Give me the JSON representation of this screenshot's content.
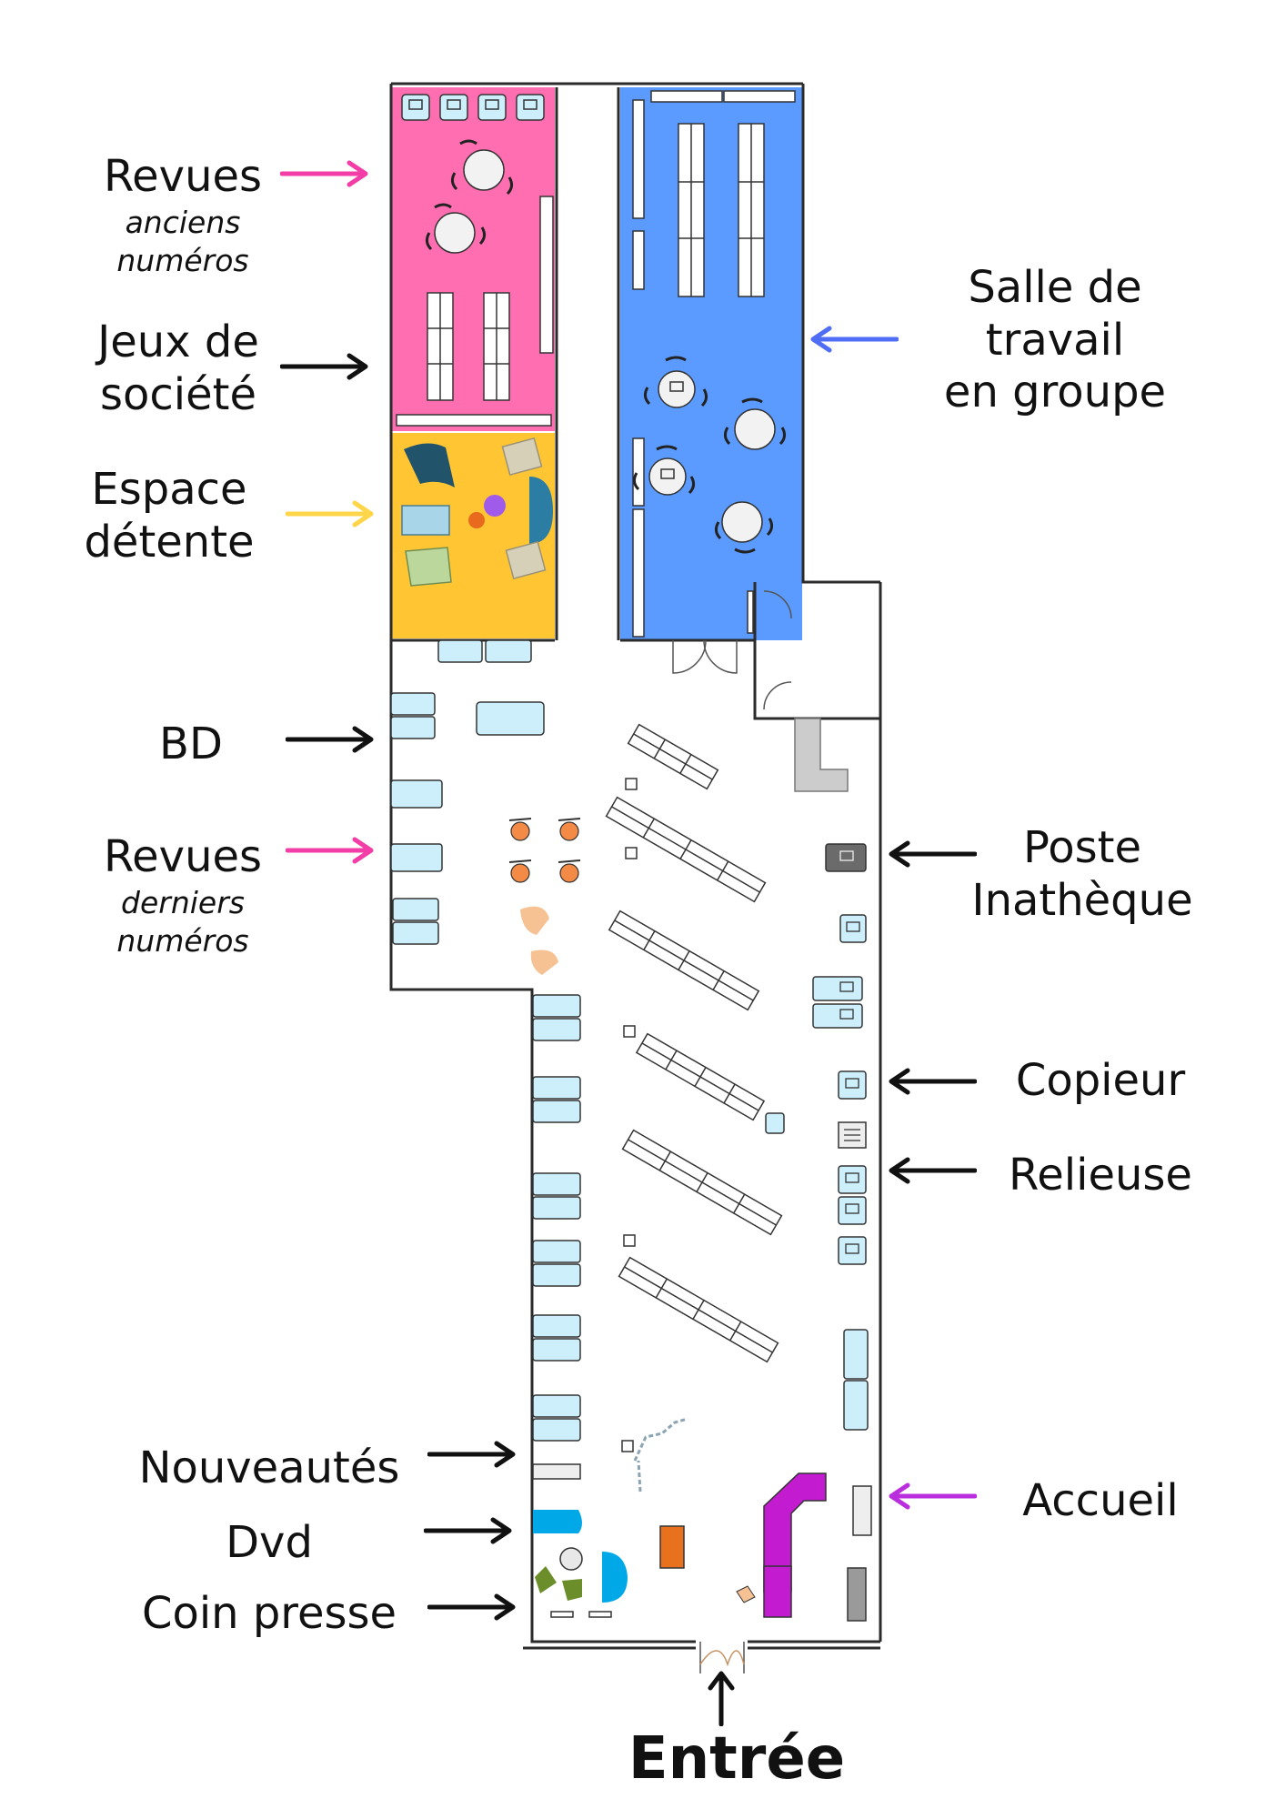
{
  "colors": {
    "pink": "#ff6eb1",
    "blue": "#5b9bff",
    "yellow": "#ffc533",
    "shelf_blue": "#cdeefb",
    "purple": "#c21bd0",
    "orange": "#f38a46",
    "peach": "#f6c193",
    "dark_teal": "#21536b",
    "teal": "#2b7da3",
    "wall": "#2b2b2b",
    "arrow_pink": "#f23ea6",
    "arrow_blue": "#4f6ef5",
    "arrow_yellow": "#ffd54a",
    "arrow_purple": "#b92fdd",
    "arrow_black": "#111111"
  },
  "labels": {
    "revues_anciens": {
      "title": "Revues",
      "sub1": "anciens",
      "sub2": "numéros"
    },
    "jeux": {
      "line1": "Jeux de",
      "line2": "société"
    },
    "espace": {
      "line1": "Espace",
      "line2": "détente"
    },
    "bd": "BD",
    "revues_derniers": {
      "title": "Revues",
      "sub1": "derniers",
      "sub2": "numéros"
    },
    "nouveautes": "Nouveautés",
    "dvd": "Dvd",
    "coin_presse": "Coin presse",
    "salle": {
      "line1": "Salle de",
      "line2": "travail",
      "line3": "en groupe"
    },
    "poste": {
      "line1": "Poste",
      "line2": "Inathèque"
    },
    "copieur": "Copieur",
    "relieuse": "Relieuse",
    "accueil": "Accueil",
    "entree": "Entrée"
  },
  "icons": [
    "computer-icon",
    "round-table-icon",
    "armchair-icon",
    "sofa-icon",
    "door-icon",
    "printer-icon",
    "arrow-right-icon",
    "arrow-left-icon",
    "arrow-up-icon"
  ]
}
